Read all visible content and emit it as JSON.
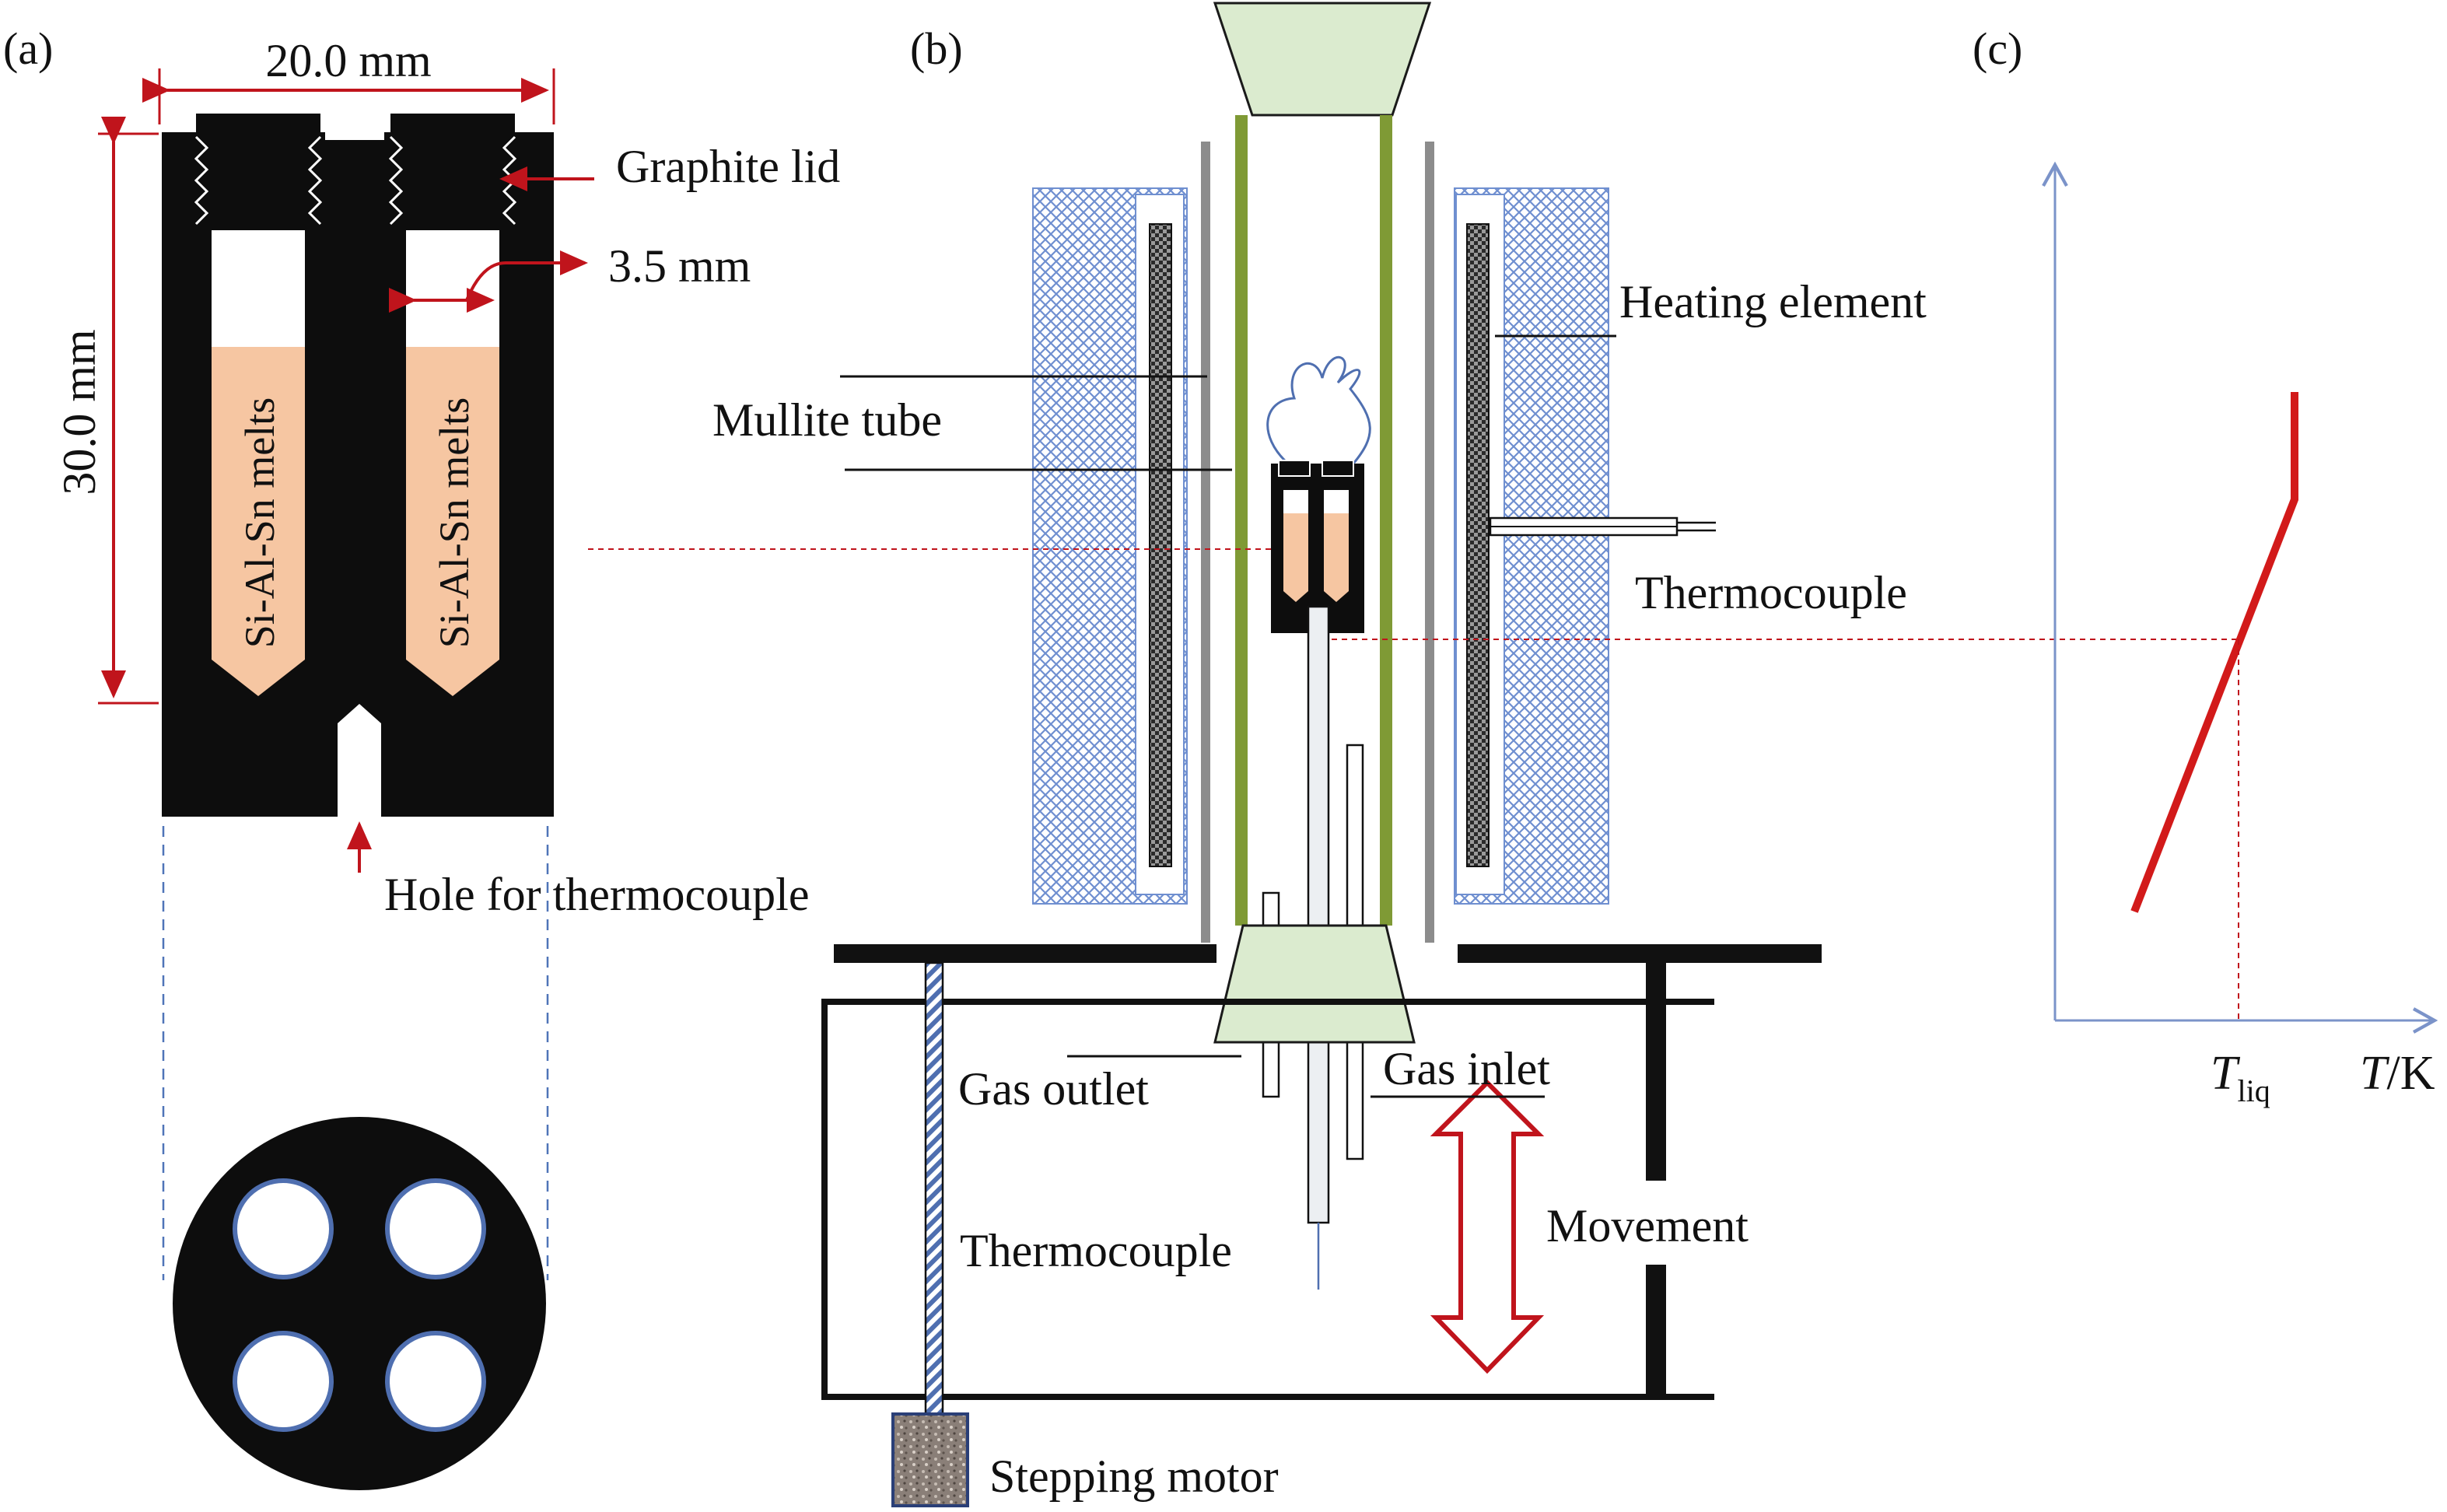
{
  "colors": {
    "graphite": "#0d0d0d",
    "melt": "#f6c6a2",
    "dimension_red": "#c0141c",
    "insulation_blue": "#6f8fd0",
    "tube_green": "#7f9a35",
    "stopper_fill": "#dbebcf",
    "axis_blue": "#7b93c9",
    "curve_red": "#d21a1a",
    "guide_dash": "#4f74b8"
  },
  "panel_a": {
    "label": "(a)",
    "width_dim": "20.0 mm",
    "height_dim": "30.0 mm",
    "hole_dim": "3.5 mm",
    "lid_label": "Graphite lid",
    "melt_text": "Si-Al-Sn melts",
    "hole_label": "Hole for thermocouple"
  },
  "panel_b": {
    "label": "(b)",
    "heating_element": "Heating element",
    "mullite_tube": "Mullite tube",
    "thermocouple_top": "Thermocouple",
    "gas_outlet": "Gas outlet",
    "gas_inlet": "Gas inlet",
    "thermocouple_bottom": "Thermocouple",
    "movement": "Movement",
    "stepping_motor": "Stepping motor"
  },
  "panel_c": {
    "label": "(c)",
    "t_liq_main": "T",
    "t_liq_sub": "liq",
    "x_axis_var": "T",
    "x_axis_unit": "/K"
  }
}
